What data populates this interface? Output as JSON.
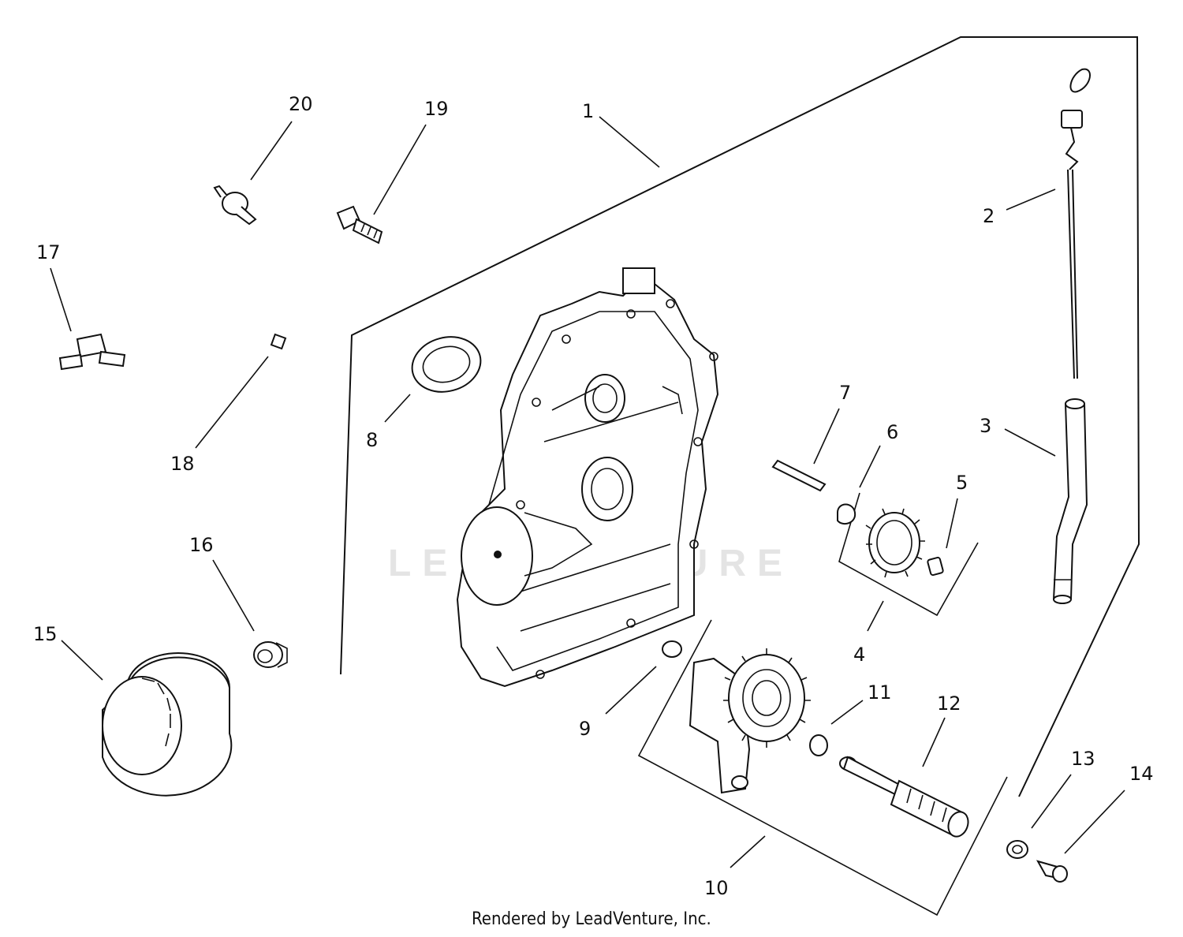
{
  "callouts": [
    {
      "number": "1"
    },
    {
      "number": "2"
    },
    {
      "number": "3"
    },
    {
      "number": "4"
    },
    {
      "number": "5"
    },
    {
      "number": "6"
    },
    {
      "number": "7"
    },
    {
      "number": "8"
    },
    {
      "number": "9"
    },
    {
      "number": "10"
    },
    {
      "number": "11"
    },
    {
      "number": "12"
    },
    {
      "number": "13"
    },
    {
      "number": "14"
    },
    {
      "number": "15"
    },
    {
      "number": "16"
    },
    {
      "number": "17"
    },
    {
      "number": "18"
    },
    {
      "number": "19"
    },
    {
      "number": "20"
    }
  ],
  "footer": {
    "credit": "Rendered by LeadVenture, Inc."
  },
  "watermark": {
    "text": "LEADVENTURE"
  },
  "icons": {
    "parts": [
      "oil-fill-cover",
      "dipstick",
      "dipstick-tube",
      "gear-assembly",
      "oil-pump",
      "oil-filter",
      "drain-plug",
      "pressure-switch",
      "elbow-fitting",
      "screw",
      "seal",
      "washer"
    ]
  },
  "colors": {
    "line": "#111111",
    "background": "#ffffff",
    "watermark": "#e4e4e4"
  }
}
